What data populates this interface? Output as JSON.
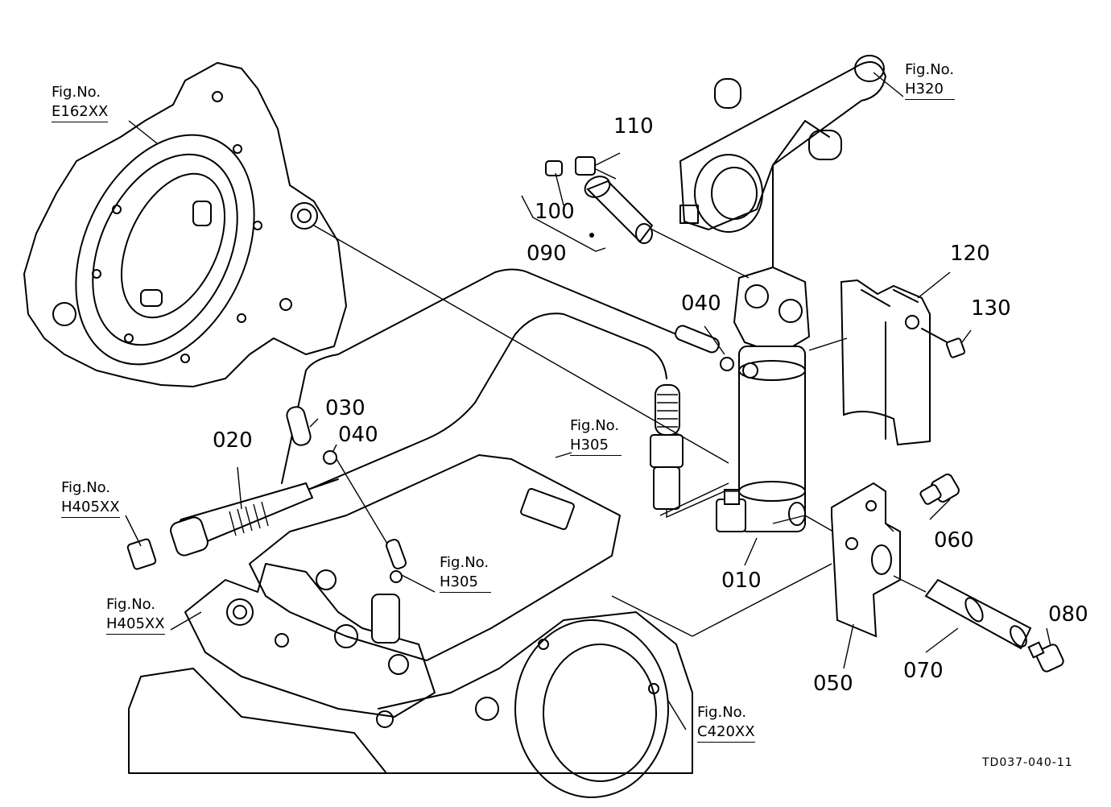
{
  "figure_refs": {
    "e162": {
      "line1": "Fig.No.",
      "line2": "E162XX"
    },
    "h320": {
      "line1": "Fig.No.",
      "line2": "H320"
    },
    "h305a": {
      "line1": "Fig.No.",
      "line2": "H305"
    },
    "h305b": {
      "line1": "Fig.No.",
      "line2": "H305"
    },
    "h405a": {
      "line1": "Fig.No.",
      "line2": "H405XX"
    },
    "h405b": {
      "line1": "Fig.No.",
      "line2": "H405XX"
    },
    "c420": {
      "line1": "Fig.No.",
      "line2": "C420XX"
    }
  },
  "parts": {
    "p010": "010",
    "p020": "020",
    "p030": "030",
    "p040a": "040",
    "p040b": "040",
    "p050": "050",
    "p060": "060",
    "p070": "070",
    "p080": "080",
    "p090": "090",
    "p100": "100",
    "p110": "110",
    "p120": "120",
    "p130": "130"
  },
  "drawing_code": "TD037-040-11"
}
